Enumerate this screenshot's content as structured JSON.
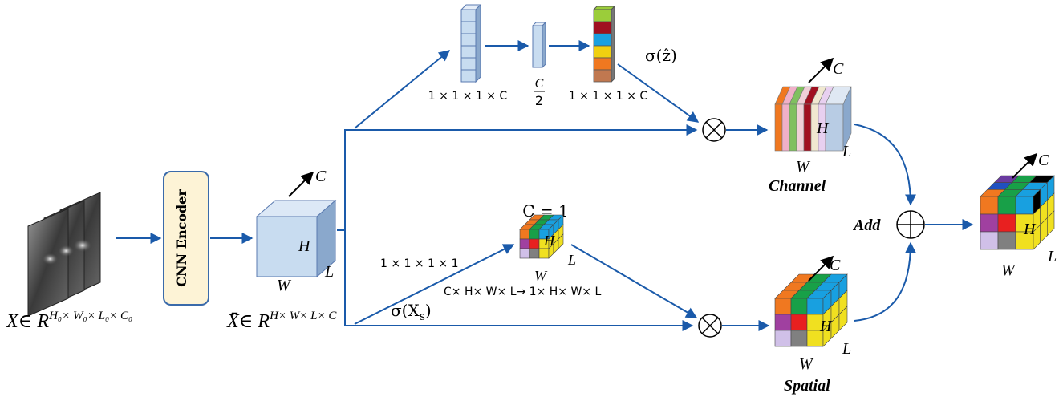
{
  "input": {
    "label_base": "X∈ R",
    "label_sup": "H₀× W₀× L₀× C₀"
  },
  "encoder": {
    "label": "CNN Encoder"
  },
  "feature": {
    "label_base": "X̄∈ R",
    "label_sup": "H× W× L× C",
    "axis_c": "C",
    "axis_h": "H",
    "axis_w": "W",
    "axis_l": "L"
  },
  "channel_branch": {
    "vec1_label": "1 × 1 × 1 × C",
    "vec2_num": "C",
    "vec2_den": "2",
    "vec3_label": "1 × 1 × 1 × C",
    "sigma_label": "σ(ẑ)",
    "result_title": "Channel",
    "axis_c": "C",
    "axis_h": "H",
    "axis_w": "W",
    "axis_l": "L",
    "colors": [
      "#9bcd3a",
      "#a01020",
      "#1aa0e0",
      "#f0d010",
      "#f07820",
      "#c07850"
    ],
    "slab_colors": [
      "#f07820",
      "#f0b0c8",
      "#80c060",
      "#f0d0d8",
      "#a01020",
      "#f0e8d0",
      "#e8d0f0"
    ]
  },
  "spatial_branch": {
    "cube_title": "C = 1",
    "pool_label": "1 × 1 × 1 × 1",
    "reduce_label": "C× H× W× L→ 1× H× W× L",
    "sigma_label": "σ(X",
    "sigma_sub": "s",
    "sigma_close": ")",
    "axis_h": "H",
    "axis_w": "W",
    "axis_l": "L",
    "result_title": "Spatial",
    "result_axis_c": "C",
    "grid_colors": [
      "#f07820",
      "#18a048",
      "#18a0e0",
      "#a040a0",
      "#e82020",
      "#f0e020",
      "#d0c0e8",
      "#808080",
      "#f0e020"
    ]
  },
  "fusion": {
    "add_label": "Add",
    "axis_c": "C",
    "axis_h": "H",
    "axis_w": "W",
    "axis_l": "L"
  },
  "colors": {
    "arrow": "#1a5aaa",
    "cube_face": "#c8dcf0",
    "encoder_fill": "#fdf3d6",
    "encoder_border": "#3a6aaa"
  }
}
